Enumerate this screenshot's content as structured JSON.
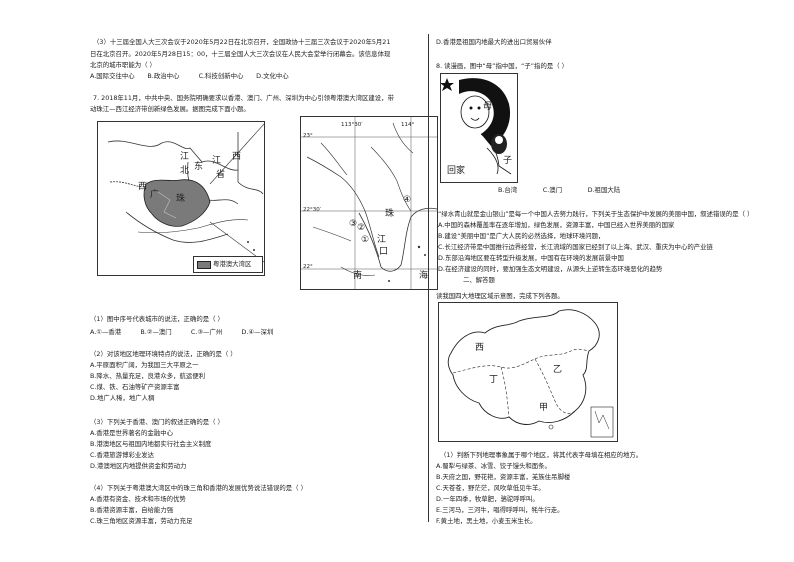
{
  "left": {
    "q3_line1": "（3）十三届全国人大三次会议于2020年5月22日在北京召开，全国政协十三届三次会议于2020年5月21",
    "q3_line2": "日在北京召开。2020年5月28日15：00，十三届全国人大三次会议在人民大会堂举行闭幕会。该信息体现",
    "q3_line3": "北京的城市职能为（ ）",
    "q3_options": "A.国际交往中心　　B.政治中心　　　C.科技创新中心　　D.文化中心",
    "q7_line1": "7. 2018年11月，中共中央、国务院明确要求以香港、澳门、广州、深圳为中心引领粤港澳大湾区建设，带",
    "q7_line2": "动珠江—西江经济带创新绿色发展。据图完成下面小题。",
    "q7_1_stem": "（1）图中序号代表城市的说法，正确的是（ ）",
    "q7_1_options": "A.①—香港　　　B.②—澳门　　　C.③—广州　　　D.④—深圳",
    "q7_2_stem": "（2）对该地区地理环境特点的说法，正确的是（ ）",
    "q7_2_a": "A.平原面积广阔，为我国三大平原之一",
    "q7_2_b": "B.降水、热量充足，良港众多，航运便利",
    "q7_2_c": "C.煤、铁、石油等矿产资源丰富",
    "q7_2_d": "D.地广人稀，地广人稠",
    "q7_3_stem": "（3）下列关于香港、澳门的叙述正确的是（ ）",
    "q7_3_a": "A.香港是世界著名的金融中心",
    "q7_3_b": "B.港澳地区与祖国内地都实行社会主义制度",
    "q7_3_c": "C.香港旅游博彩业发达",
    "q7_3_d": "D.港澳地区内地提供资金和劳动力",
    "q7_4_stem": "（4）下列关于粤港澳大湾区中的珠三角和香港的发展优势说法错误的是（ ）",
    "q7_4_a": "A.香港有资金、技术和市场的优势",
    "q7_4_b": "B.香港资源丰富，自给能力强",
    "q7_4_c": "C.珠三角地区资源丰富，劳动力充足"
  },
  "map1": {
    "prov_jiang": "江",
    "prov_xi": "西",
    "prov_guang": "广",
    "prov_bei": "北",
    "prov_dong": "东",
    "prov_sheng": "省",
    "prov_xi2": "西",
    "prov_zhu": "珠",
    "legend": "粤港澳大湾区"
  },
  "map2": {
    "lon1": "113°30′",
    "lon2": "114°",
    "lat1": "23°",
    "lat2": "22°30′",
    "lat3": "22°",
    "zhu": "珠",
    "jiang": "江",
    "kou": "口",
    "nan": "南",
    "hai": "海",
    "m1": "①",
    "m2": "②",
    "m3": "③",
    "m4": "④"
  },
  "right": {
    "prev_option_d": "D.香港是祖国内地最大的进出口贸易伙伴",
    "q8_stem": "8. 读漫画，图中“母”指中国，“子”指的是（ ）",
    "cartoon_mu": "母",
    "cartoon_zi": "子",
    "cartoon_huijia": "回家",
    "q8_options": "B.台湾　　　　C.澳门　　　　D.祖国大陆",
    "q9_line1": "“绿水青山就是金山银山”是每一个中国人去努力践行，下列关于生态保护中发展的美丽中国，叙述错误的是（ ）",
    "q9_line2": "A.中国的森林覆盖率在逐年增加，绿色发展，资源丰富，中国已经入世界美丽的国家",
    "q9_line3": "B.建设“美丽中国”是广大人民的必然选择，地球环境问题，",
    "q9_line4": "C.长江经济带是中国推行边界经营，长江流域的国家已经到了以上海、武汉、重庆为中心的产业链",
    "q9_line5": "D.东部沿海地区要在转型升级发展，中国有在环境的发展前景中国",
    "q9_line6": "D.在经济建设的同时，要加强生态文明建设，从源头上逆转生态环境恶化的趋势",
    "section": "二、解答题",
    "q10_stem": "读我国四大地理区域示意图，完成下列各题。",
    "china_xi": "西",
    "china_ding": "丁",
    "china_yi": "乙",
    "china_jia": "甲",
    "q10_1_stem": "（1）判断下列地理事象属于哪个地区，将其代表字母填在相应的地方。",
    "q10_1_a": "A.蜀犁与绿茶、冰雪、饺子馒头和面条。",
    "q10_1_b": "B.天府之国，野花艳，资源丰富，羌族住吊脚楼",
    "q10_1_c": "C.天苍苍，野茫茫，风吹草低见牛羊。",
    "q10_1_d": "D.一年四季，牧草肥，骆驼呼呼叫。",
    "q10_1_e": "E.三河马，三河牛，唱得呼呼叫，牦牛行走。",
    "q10_1_f": "F.黄土地，黑土地，小麦玉米生长。"
  }
}
